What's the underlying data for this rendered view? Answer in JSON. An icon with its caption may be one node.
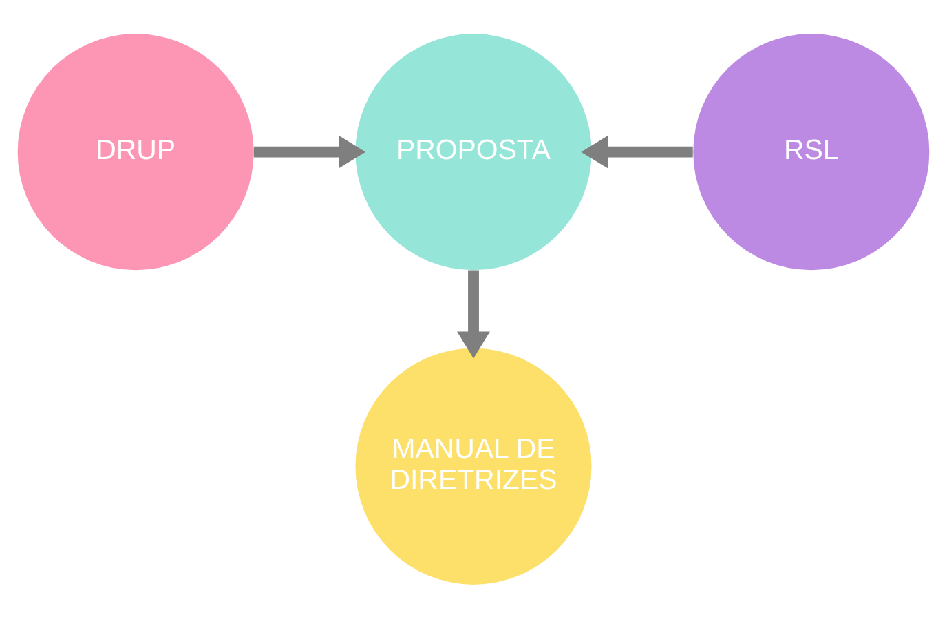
{
  "diagram": {
    "nodes": [
      {
        "text": [
          "DRUP"
        ]
      },
      {
        "text": [
          "PROPOSTA"
        ]
      },
      {
        "text": [
          "RSL"
        ]
      },
      {
        "text": [
          "MANUAL DE DIRETRIZES"
        ]
      }
    ],
    "edges": [
      {
        "from": 0,
        "to": 1,
        "arrow": "to"
      },
      {
        "from": 2,
        "to": 1,
        "arrow": "to"
      },
      {
        "from": 1,
        "to": 3,
        "arrow": "to"
      }
    ]
  }
}
